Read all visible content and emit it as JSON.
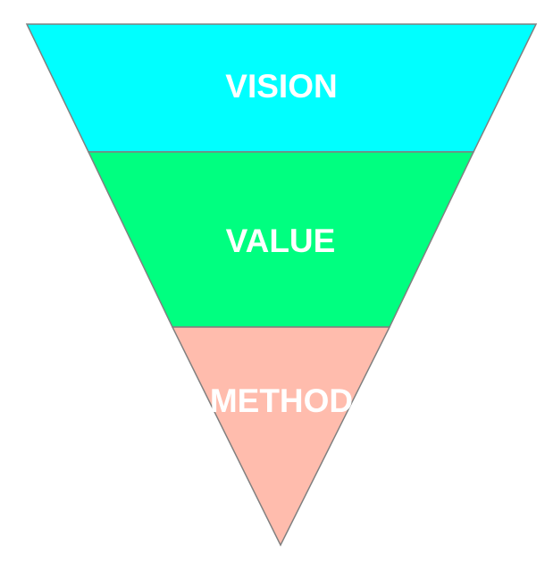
{
  "diagram": {
    "type": "inverted-pyramid",
    "bands": [
      {
        "label": "VISION",
        "color": "#00FFFF"
      },
      {
        "label": "VALUE",
        "color": "#00FF80"
      },
      {
        "label": "METHOD",
        "color": "#FFBCAD"
      }
    ],
    "outline_color": "#808080",
    "label_color": "#FFFFFF"
  }
}
